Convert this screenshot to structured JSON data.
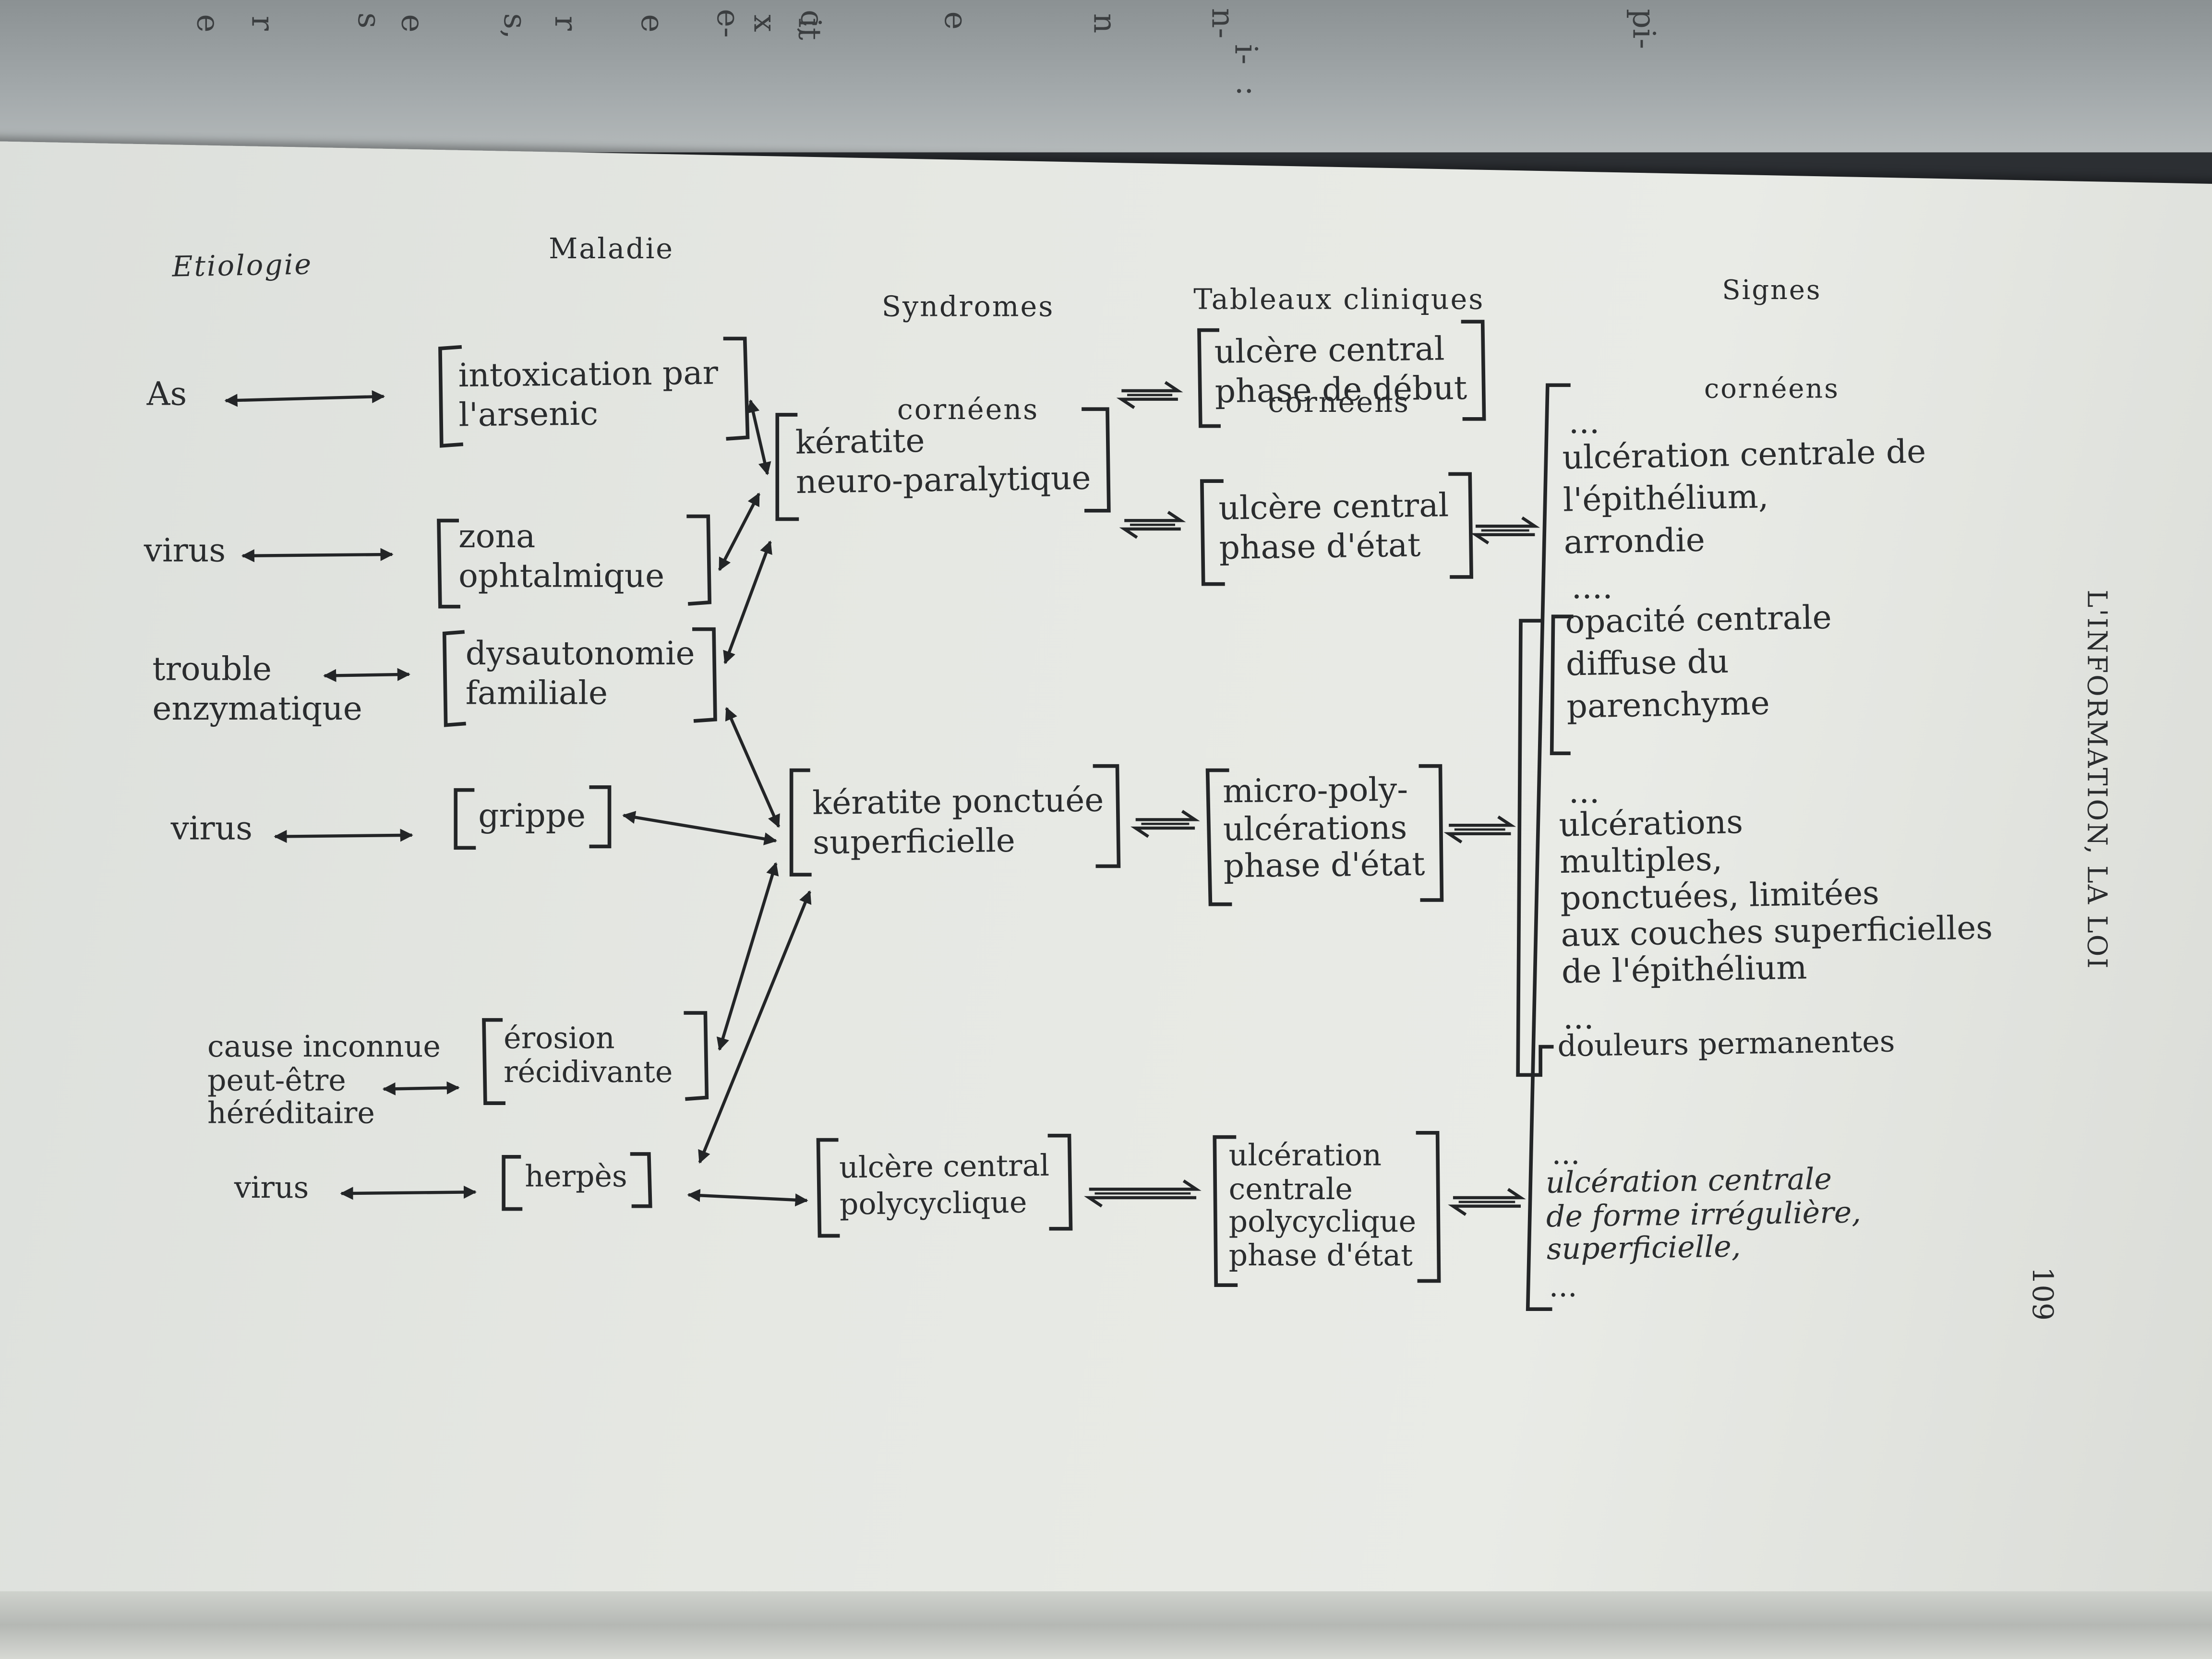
{
  "headers": {
    "etiologie": "Etiologie",
    "maladie": "Maladie",
    "syndromes": [
      "Syndromes",
      "cornéens"
    ],
    "tableaux": [
      "Tableaux cliniques",
      "cornéens"
    ],
    "signes": [
      "Signes",
      "cornéens"
    ]
  },
  "etiologies": [
    "As",
    "virus",
    "trouble\nenzymatique",
    "virus",
    "cause inconnue\npeut-être\nhéréditaire",
    "virus"
  ],
  "maladies": [
    "intoxication par\nl'arsenic",
    "zona\nophtalmique",
    "dysautonomie\nfamiliale",
    "grippe",
    "érosion\nrécidivante",
    "herpès"
  ],
  "syndromes": [
    "kératite\nneuro-paralytique",
    "kératite ponctuée\nsuperficielle",
    "ulcère central\npolycyclique"
  ],
  "tableaux": [
    "ulcère central\nphase de début",
    "ulcère central\nphase d'état",
    "micro-poly-\nulcérations\nphase d'état",
    "ulcération\ncentrale\npolycyclique\nphase d'état"
  ],
  "signes": [
    "...",
    "ulcération centrale de\nl'épithélium,\narrondie",
    "....",
    "opacité centrale\ndiffuse du\nparenchyme",
    "...",
    "ulcérations\nmultiples,\nponctuées, limitées\naux couches superficielles\nde l'épithélium",
    "...",
    "douleurs permanentes",
    "...",
    "ulcération centrale\nde forme irrégulière,\nsuperficielle,",
    "..."
  ],
  "running_head": "L'INFORMATION, LA LOI",
  "page_number": "109",
  "prev_page_fragments": [
    "e",
    "r",
    "s",
    "e",
    "s,",
    "r",
    "e",
    "e-",
    "x",
    "c,",
    "it",
    "e",
    "n",
    "n-",
    "i-",
    ":",
    "pi-"
  ]
}
